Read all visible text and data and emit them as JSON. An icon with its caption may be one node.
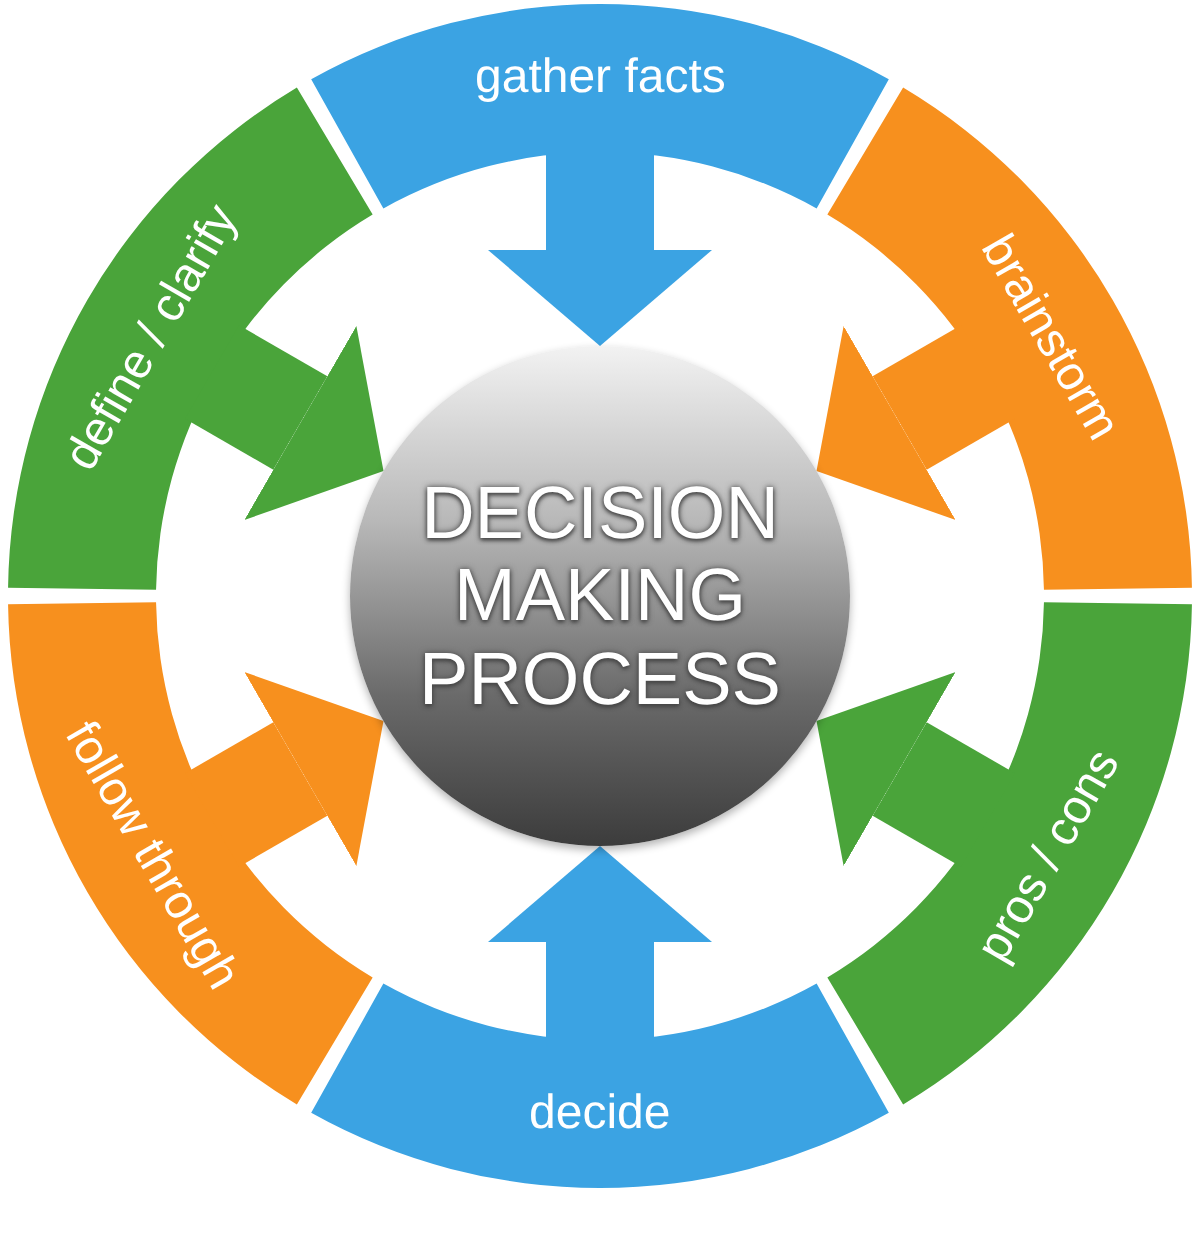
{
  "diagram": {
    "nodes": [
      {
        "text": [
          "DECISION MAKING PROCESS"
        ]
      },
      {
        "text": [
          "gather facts"
        ]
      },
      {
        "text": [
          "brainstorm"
        ]
      },
      {
        "text": [
          "pros / cons"
        ]
      },
      {
        "text": [
          "decide"
        ]
      },
      {
        "text": [
          "follow through"
        ]
      },
      {
        "text": [
          "define / clarify"
        ]
      }
    ],
    "edges": [
      {
        "from": 1,
        "to": 0,
        "arrow": "to",
        "color": "#3ba3e3"
      },
      {
        "from": 2,
        "to": 0,
        "arrow": "to",
        "color": "#f7901e"
      },
      {
        "from": 3,
        "to": 0,
        "arrow": "to",
        "color": "#4aa43a"
      },
      {
        "from": 4,
        "to": 0,
        "arrow": "to",
        "color": "#3ba3e3"
      },
      {
        "from": 5,
        "to": 0,
        "arrow": "to",
        "color": "#f7901e"
      },
      {
        "from": 6,
        "to": 0,
        "arrow": "to",
        "color": "#4aa43a"
      }
    ]
  }
}
